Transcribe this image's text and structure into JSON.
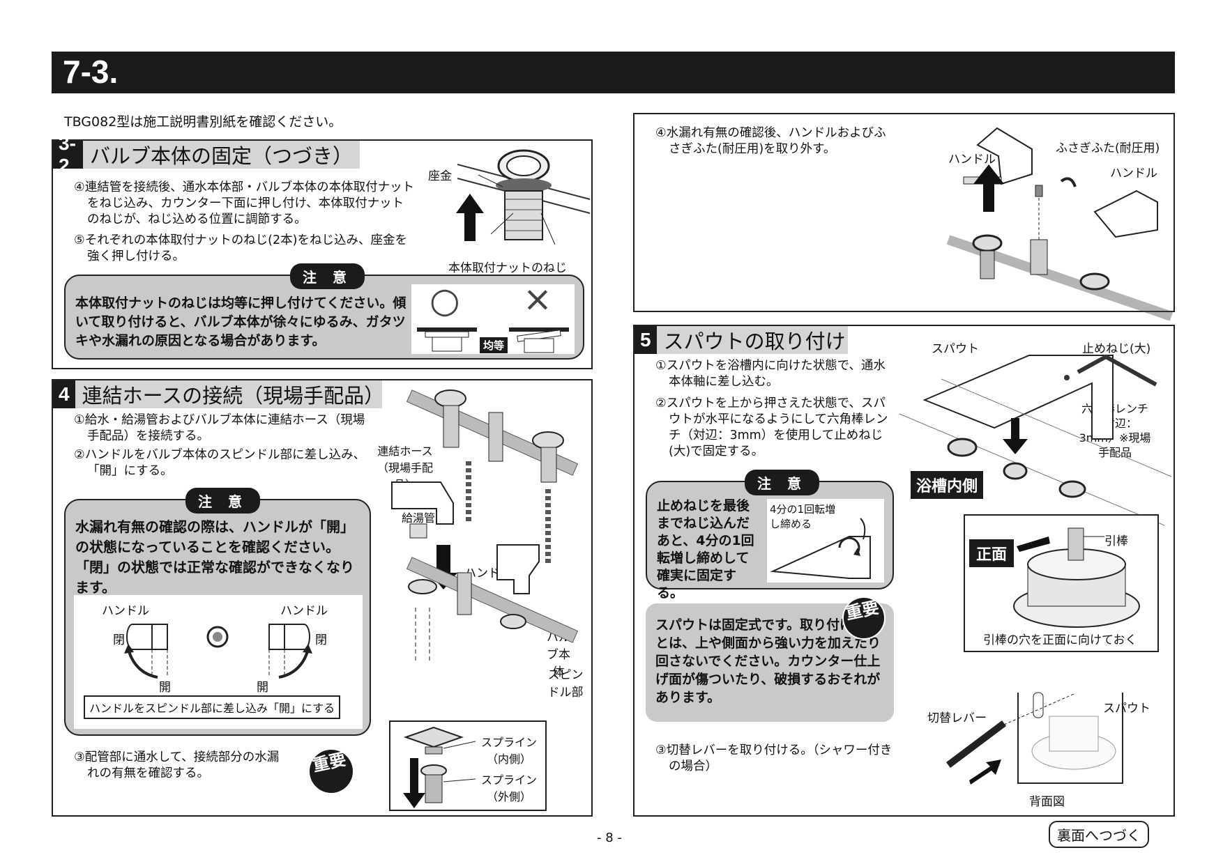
{
  "header": {
    "chapter": "7-3."
  },
  "intro_note": "TBG082型は施工説明書別紙を確認ください。",
  "sec32": {
    "num": "3-2",
    "title": "バルブ本体の固定（つづき）",
    "step4": "④連結管を接続後、通水本体部・バルブ本体の本体取付ナットをねじ込み、カウンター下面に押し付け、本体取付ナットのねじが、ねじ込める位置に調節する。",
    "step5": "⑤それぞれの本体取付ナットのねじ(2本)をねじ込み、座金を強く押し付ける。",
    "label_zagane": "座金",
    "label_nut": "本体取付ナットのねじ",
    "caution_tag": "注 意",
    "caution_text": "本体取付ナットのねじは均等に押し付けてください。傾いて取り付けると、バルブ本体が徐々にゆるみ、ガタツキや水漏れの原因となる場合があります。",
    "good": "○",
    "bad": "×",
    "even": "均等"
  },
  "sec4": {
    "num": "4",
    "title": "連結ホースの接続（現場手配品）",
    "step1": "①給水・給湯管およびバルブ本体に連結ホース（現場手配品）を接続する。",
    "step2": "②ハンドルをバルブ本体のスピンドル部に差し込み、「開」にする。",
    "caution_tag": "注 意",
    "caution_text": "水漏れ有無の確認の際は、ハンドルが「開」の状態になっていることを確認ください。「閉」の状態では正常な確認ができなくなります。",
    "handle_l": "ハンドル",
    "handle_r": "ハンドル",
    "closed_l": "閉",
    "closed_r": "閉",
    "open_l": "開",
    "open_r": "開",
    "insert_note": "ハンドルをスピンドル部に差し込み「開」にする",
    "step3": "③配管部に通水して、接続部分の水漏れの有無を確認する。",
    "important": "重要",
    "label_hose": "連結ホース（現場手配品）",
    "label_supply": "給水・給湯管",
    "label_handle": "ハンドル",
    "label_valve": "バルブ本体",
    "label_spindle": "スピンドル部",
    "label_spline_in": "スプライン（内側）",
    "label_spline_out": "スプライン（外側）"
  },
  "sec4b": {
    "step4": "④水漏れ有無の確認後、ハンドルおよびふさぎふた(耐圧用)を取り外す。",
    "label_handle1": "ハンドル",
    "label_cap": "ふさぎふた(耐圧用)",
    "label_handle2": "ハンドル"
  },
  "sec5": {
    "num": "5",
    "title": "スパウトの取り付け",
    "step1": "①スパウトを浴槽内に向けた状態で、通水本体軸に差し込む。",
    "step2": "②スパウトを上から押さえた状態で、スパウトが水平になるようにして六角棒レンチ（対辺：3mm）を使用して止めねじ(大)で固定する。",
    "caution_tag": "注 意",
    "caution_text": "止めねじを最後までねじ込んだあと、4分の1回転増し締めして確実に固定する。",
    "quarter": "4分の1回転増し締める",
    "important_text": "スパウトは固定式です。取り付けたあとは、上や側面から強い力を加えたり回さないでください。カウンター仕上げ面が傷ついたり、破損するおそれがあります。",
    "important": "重要",
    "step3": "③切替レバーを取り付ける。（シャワー付きの場合）",
    "label_spout": "スパウト",
    "label_screw": "止めねじ(大)",
    "label_wrench": "六角棒レンチ（対辺：3mm）※現場手配品",
    "label_tub": "浴槽内側",
    "label_front": "正面",
    "label_pull": "引棒",
    "label_pull_note": "引棒の穴を正面に向けておく",
    "label_lever": "切替レバー",
    "label_spout2": "スパウト",
    "label_back": "背面図"
  },
  "footer": {
    "page": "- 8 -",
    "continue": "裏面へつづく"
  }
}
